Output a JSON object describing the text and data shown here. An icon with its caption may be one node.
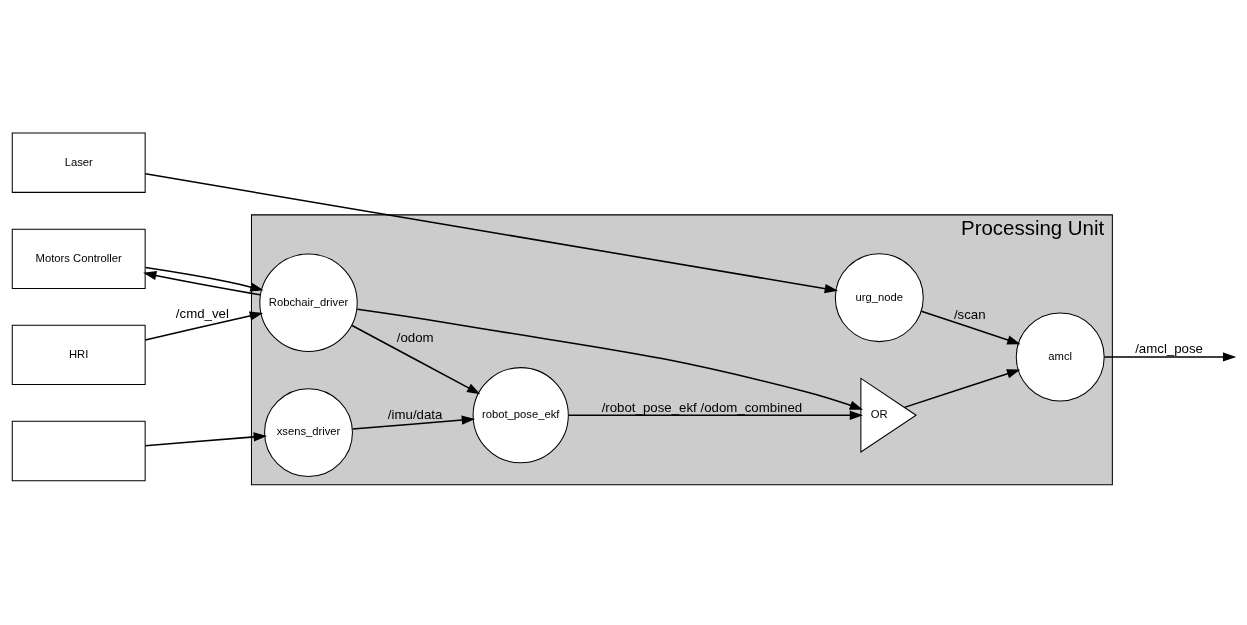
{
  "diagram": {
    "nodes": [
      {
        "text": [
          "HRI"
        ]
      },
      {
        "text": [
          "Motors Controller"
        ]
      },
      {
        "text": [],
        "shape": "box"
      },
      {
        "text": [
          "Laser"
        ]
      },
      {
        "text": [
          "Processing Unit"
        ]
      },
      {
        "text": [
          "Robchair_driver"
        ],
        "in": 4
      },
      {
        "text": [
          "xsens_driver"
        ],
        "in": 4
      },
      {
        "text": [
          "urg_node"
        ],
        "in": 4
      },
      {
        "text": [
          "robot_pose_ekf"
        ],
        "in": 4
      },
      {
        "text": [
          "OR"
        ],
        "in": 4
      },
      {
        "text": [
          "amcl"
        ],
        "in": 4
      }
    ],
    "edges": [
      {
        "from": 0,
        "to": 5,
        "arrow": "to",
        "label": "/cmd_vel"
      },
      {
        "from": 5,
        "to": 1,
        "arrow": "to"
      },
      {
        "from": 1,
        "to": 5,
        "arrow": "to"
      },
      {
        "from": 5,
        "to": 8,
        "arrow": "to",
        "label": "/odom"
      },
      {
        "from": 5,
        "to": 9,
        "arrow": "to"
      },
      {
        "from": 2,
        "to": 6,
        "arrow": "to"
      },
      {
        "from": 6,
        "to": 8,
        "arrow": "to",
        "label": "/imu/data"
      },
      {
        "from": 8,
        "to": 9,
        "arrow": "to",
        "label": "/robot_pose_ekf /odom_combined"
      },
      {
        "from": 3,
        "to": 7,
        "arrow": "to"
      },
      {
        "from": 7,
        "to": 10,
        "arrow": "to",
        "label": "/scan"
      },
      {
        "from": 9,
        "to": 10,
        "arrow": "to"
      },
      {
        "from": 10,
        "to": null,
        "arrow": "to",
        "label": "/amcl_pose"
      }
    ]
  }
}
